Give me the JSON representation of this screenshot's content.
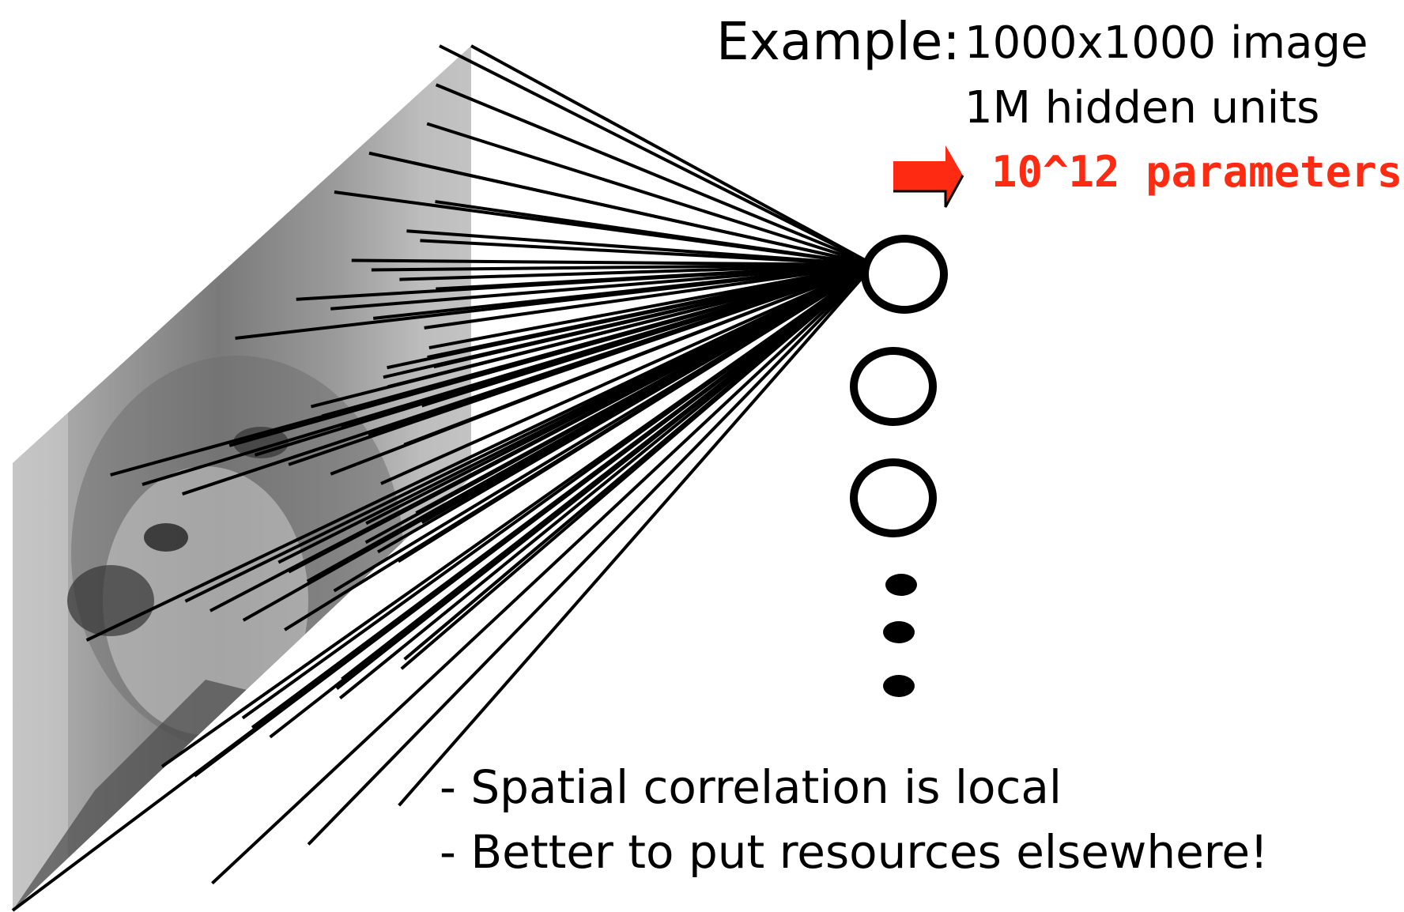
{
  "example": {
    "label": "Example:",
    "line1": "1000x1000 image",
    "line2": "1M hidden units",
    "result": "10^12 parameters!"
  },
  "bullets": [
    "- Spatial correlation is local",
    "- Better to put resources elsewhere!"
  ],
  "colors": {
    "highlight": "#ff2a12",
    "line": "#000000",
    "image_tint": "#8a8a8a"
  },
  "icons": {
    "arrow": "right-arrow-icon",
    "ellipsis": "vertical-ellipsis-icon"
  }
}
